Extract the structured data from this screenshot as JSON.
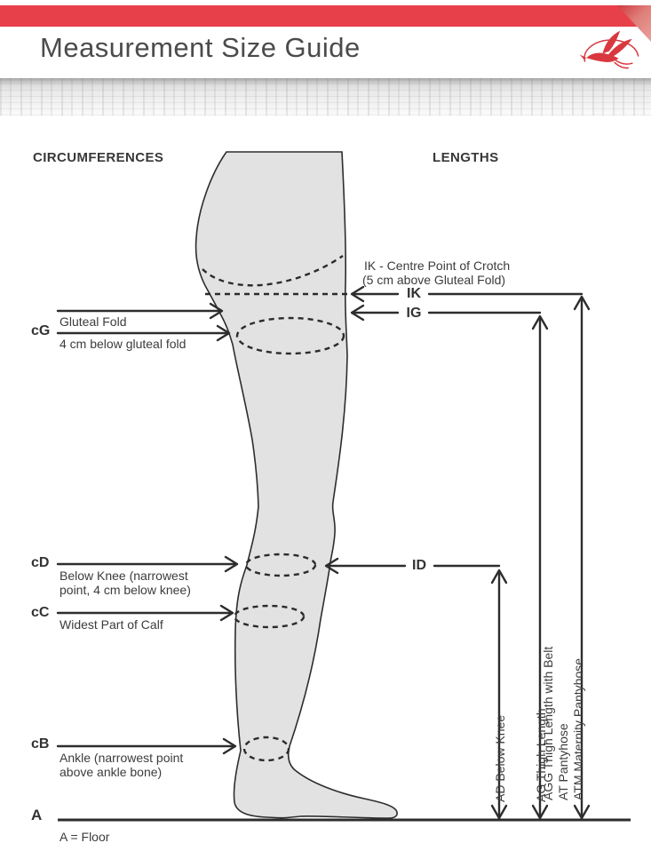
{
  "header": {
    "title": "Measurement Size Guide",
    "logo_name": "red-crane-bird-logo",
    "accent_color": "#e8404a",
    "fold_color": "#e9a19c"
  },
  "diagram_colors": {
    "leg_fill": "#e2e2e2",
    "line_color": "#2d2d2d",
    "text_color": "#3c3c3c"
  },
  "left": {
    "heading": "CIRCUMFERENCES",
    "cg_code": "cG",
    "gluteal_fold_label": "Gluteal Fold",
    "below_gluteal_label": "4 cm below gluteal fold",
    "cd_code": "cD",
    "below_knee_line1": "Below Knee (narrowest",
    "below_knee_line2": "point, 4 cm below knee)",
    "cc_code": "cC",
    "widest_calf_label": "Widest Part of Calf",
    "cb_code": "cB",
    "ankle_line1": "Ankle (narrowest point",
    "ankle_line2": "above ankle bone)",
    "a_code": "A",
    "floor_label": "A = Floor"
  },
  "right": {
    "heading": "LENGTHS",
    "crotch_note_line1": "IK - Centre Point of Crotch",
    "crotch_note_line2": "(5 cm above Gluteal Fold)",
    "ik_code": "IK",
    "ig_code": "IG",
    "id_code": "ID",
    "ad_label": "AD Below Knee",
    "ag_label": "AG Thigh Length",
    "agg_line1": "AGG Thigh Length with Belt",
    "agg_line2": "AT Pantyhose",
    "agg_line3": "ATM Maternity Pantyhose"
  }
}
